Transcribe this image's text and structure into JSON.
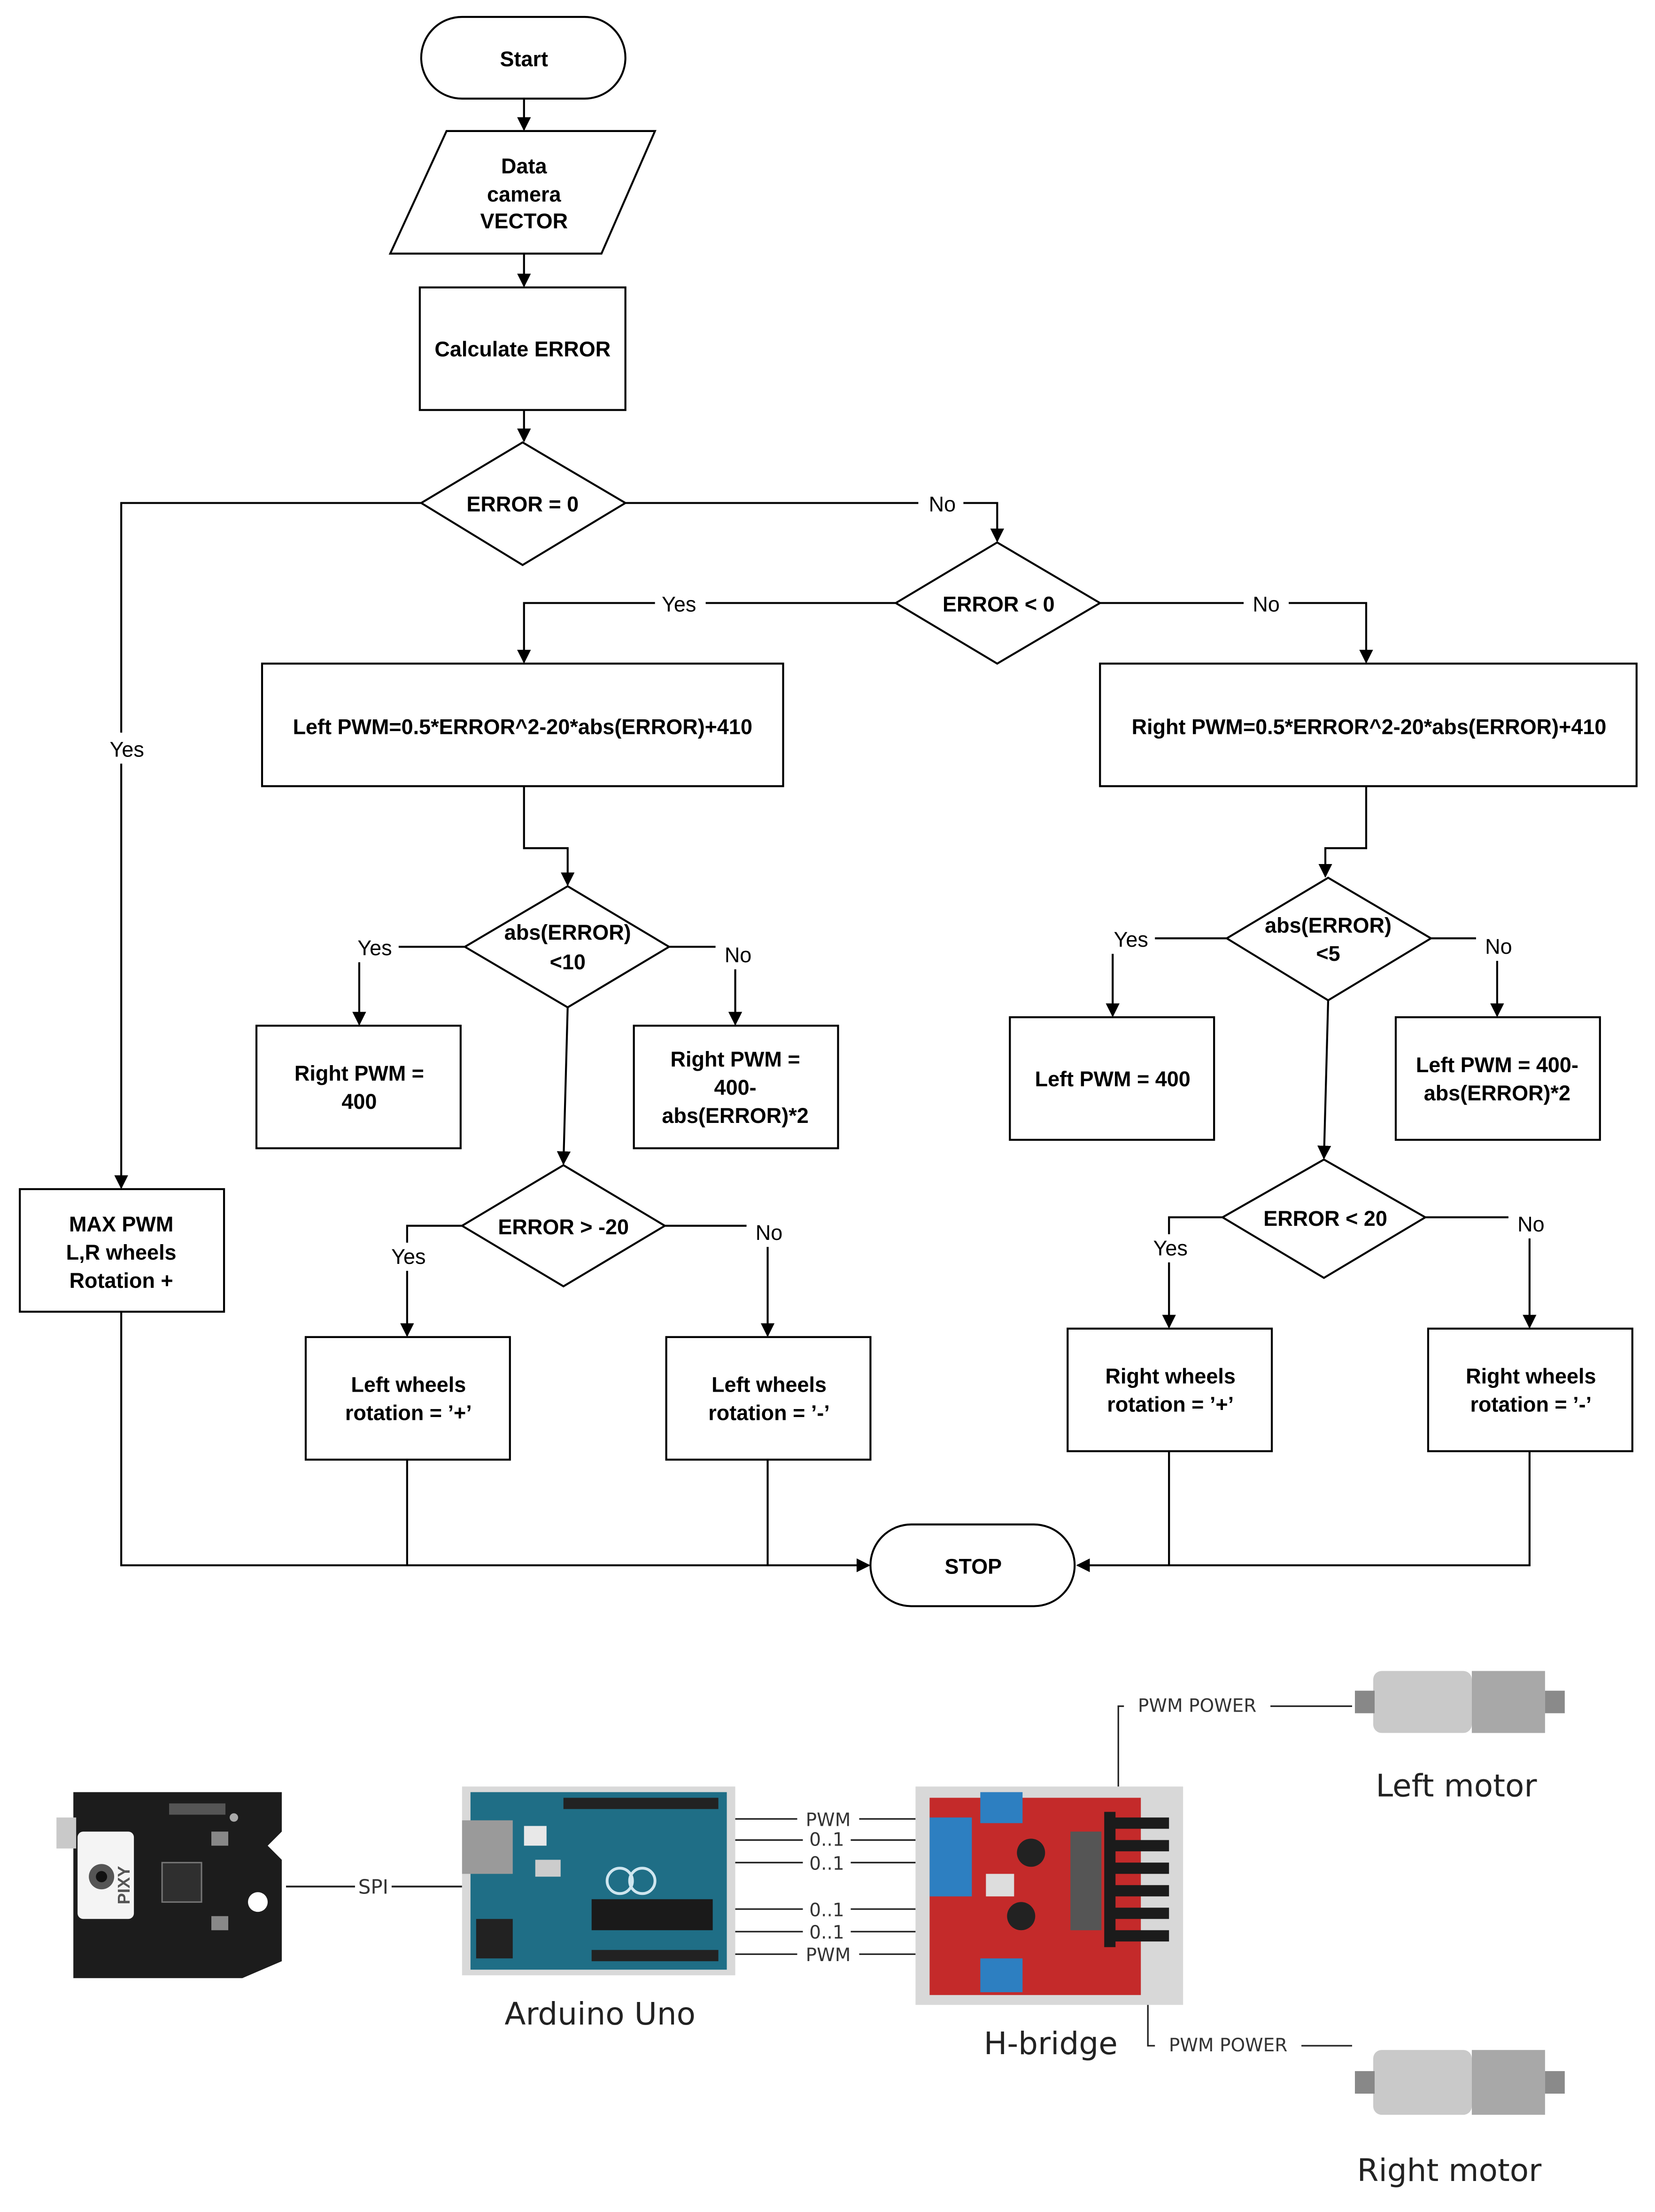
{
  "flowchart": {
    "start": "Start",
    "input": [
      "Data",
      "camera",
      "VECTOR"
    ],
    "calc": "Calculate ERROR",
    "d_error_zero": "ERROR = 0",
    "d_error_neg": "ERROR < 0",
    "left_pwm": "Left PWM=0.5*ERROR^2-20*abs(ERROR)+410",
    "right_pwm": "Right PWM=0.5*ERROR^2-20*abs(ERROR)+410",
    "d_abs10": [
      "abs(ERROR)",
      "<10"
    ],
    "d_abs5": [
      "abs(ERROR)",
      "<5"
    ],
    "right_400": [
      "Right PWM =",
      "400"
    ],
    "right_400_abs": [
      "Right PWM =",
      "400-",
      "abs(ERROR)*2"
    ],
    "left_400": "Left PWM = 400",
    "left_400_abs": [
      "Left PWM = 400-",
      "abs(ERROR)*2"
    ],
    "max_pwm": [
      "MAX PWM",
      "L,R wheels",
      "Rotation +"
    ],
    "d_gt_m20": "ERROR > -20",
    "d_lt_20": "ERROR < 20",
    "left_plus": [
      "Left wheels",
      "rotation = ’+’"
    ],
    "left_minus": [
      "Left wheels",
      "rotation = ’-’"
    ],
    "right_plus": [
      "Right wheels",
      "rotation = ’+’"
    ],
    "right_minus": [
      "Right wheels",
      "rotation = ’-’"
    ],
    "stop": "STOP",
    "yes": "Yes",
    "no": "No"
  },
  "hardware": {
    "camera_logo": "PIXY",
    "spi": "SPI",
    "arduino": "Arduino Uno",
    "hbridge": "H-bridge",
    "pwm": "PWM",
    "bits": "0..1",
    "pwm_power": "PWM POWER",
    "left_motor": "Left motor",
    "right_motor": "Right motor"
  }
}
